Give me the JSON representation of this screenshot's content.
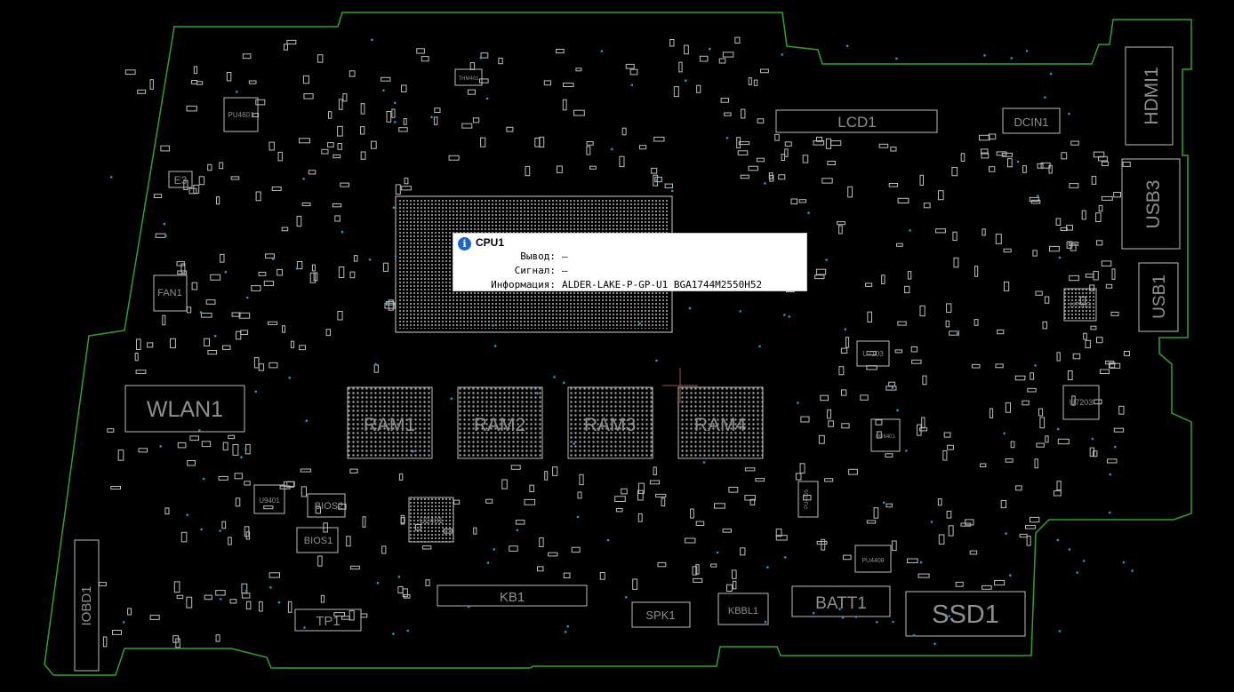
{
  "viewer": {
    "mode": "boardview"
  },
  "colors": {
    "outline": "#2ea22e",
    "background": "#000000",
    "component": "#cfcfcf",
    "label": "#8f8f8f",
    "via": "#1aa0c8",
    "tooltip_icon": "#1e63c6"
  },
  "tooltip": {
    "title": "CPU1",
    "rows": [
      {
        "key": "Вывод:",
        "value": "—"
      },
      {
        "key": "Сигнал:",
        "value": "—"
      },
      {
        "key": "Информация:",
        "value": "ALDER-LAKE-P-GP-U1 BGA1744M2550H52"
      }
    ],
    "icon": "info-icon"
  },
  "components": {
    "lcd1": "LCD1",
    "dcin1": "DCIN1",
    "hdmi1": "HDMI1",
    "usb3": "USB3",
    "usb1": "USB1",
    "e3": "E3",
    "fan1": "FAN1",
    "wlan1": "WLAN1",
    "ram1": "RAM1",
    "ram2": "RAM2",
    "ram3": "RAM3",
    "ram4": "RAM4",
    "bios1": "BIOS1",
    "bios2": "BIOS2",
    "u2401": "U2401",
    "u9401": "U9401",
    "iobd1": "IOBD1",
    "tp1": "TP1",
    "kb1": "KB1",
    "spk1": "SPK1",
    "kbbl1": "KBBL1",
    "batt1": "BATT1",
    "ssd1": "SSD1",
    "u7103": "U7103",
    "u7203": "U7203",
    "u7303": "U7303",
    "pu4408": "PU4408",
    "pu4405": "PU4405",
    "pu4601": "PU4601",
    "pu6401": "PU6401",
    "thm401": "THM401"
  }
}
